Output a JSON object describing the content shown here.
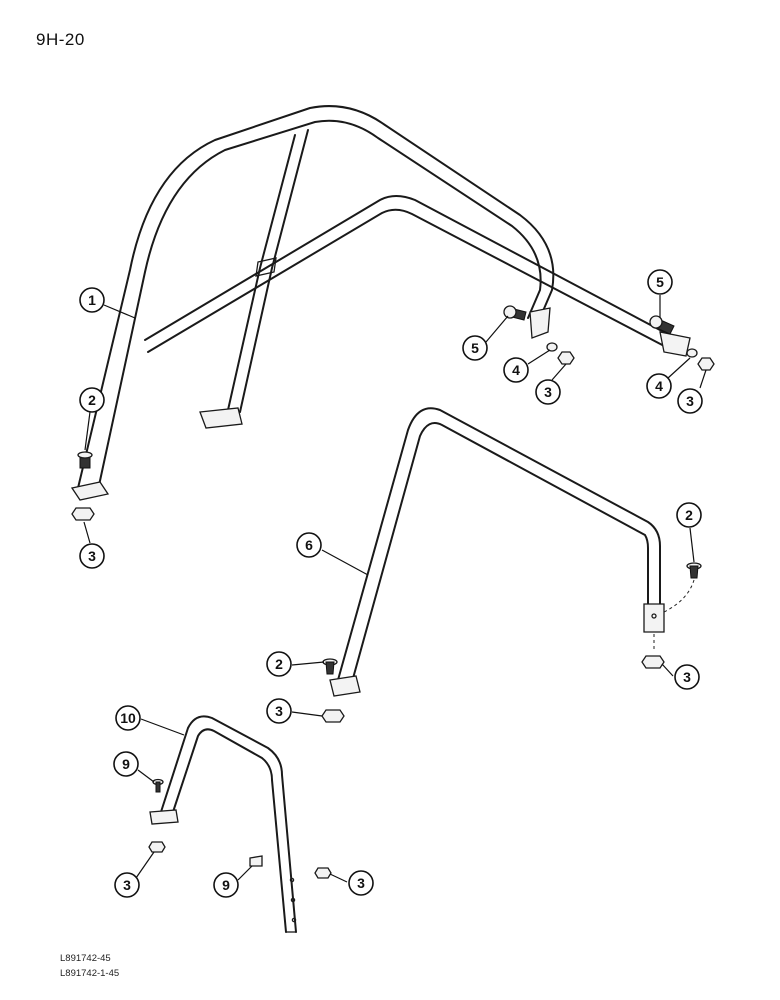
{
  "page": {
    "number": "9H-20"
  },
  "footer": {
    "ref1": "L891742-45",
    "ref2": "L891742-1-45"
  },
  "callouts": {
    "c1": "1",
    "c2a": "2",
    "c3a": "3",
    "c5a": "5",
    "c4a": "4",
    "c3b": "3",
    "c5b": "5",
    "c4b": "4",
    "c3c": "3",
    "c6": "6",
    "c2b": "2",
    "c3d": "3",
    "c2c": "2",
    "c3e": "3",
    "c10": "10",
    "c9a": "9",
    "c3f": "3",
    "c9b": "9",
    "c3g": "3"
  }
}
